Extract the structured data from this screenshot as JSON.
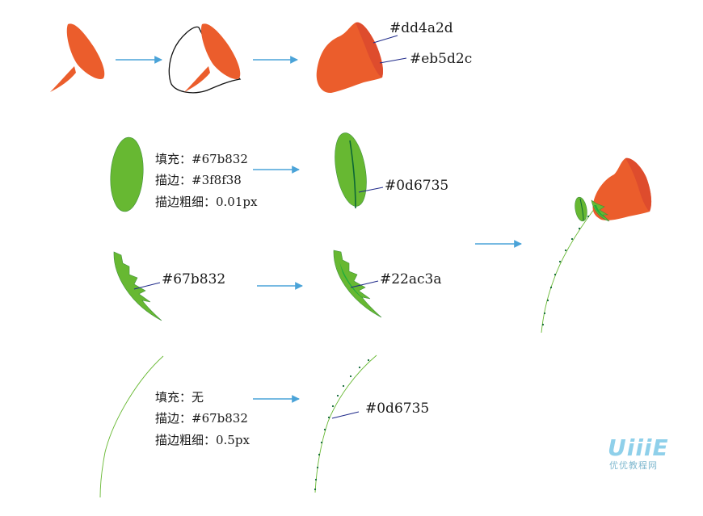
{
  "colors": {
    "flower_shadow": "#dd4a2d",
    "flower_main": "#eb5d2c",
    "leaf_fill": "#67b832",
    "leaf_stroke": "#3f8f38",
    "leaf_vein": "#0d6735",
    "sepal_highlight": "#22ac3a",
    "stem_stroke": "#67b832",
    "stem_dots": "#0d6735",
    "arrow": "#4aa3d8",
    "pointer_line": "#1f2a8a"
  },
  "labels": {
    "flower_color_a": "#dd4a2d",
    "flower_color_b": "#eb5d2c",
    "leaf_vein_color": "#0d6735",
    "sepal_color": "#67b832",
    "sepal_highlight_color": "#22ac3a",
    "stem_dot_color": "#0d6735"
  },
  "leaf_spec": {
    "fill": "填充：#67b832",
    "stroke": "描边：#3f8f38",
    "stroke_width": "描边粗细：0.01px"
  },
  "stem_spec": {
    "fill": "填充：无",
    "stroke": "描边：#67b832",
    "stroke_width": "描边粗细：0.5px"
  },
  "watermark": {
    "logo": "UiiiE",
    "site": "优优教程网"
  }
}
